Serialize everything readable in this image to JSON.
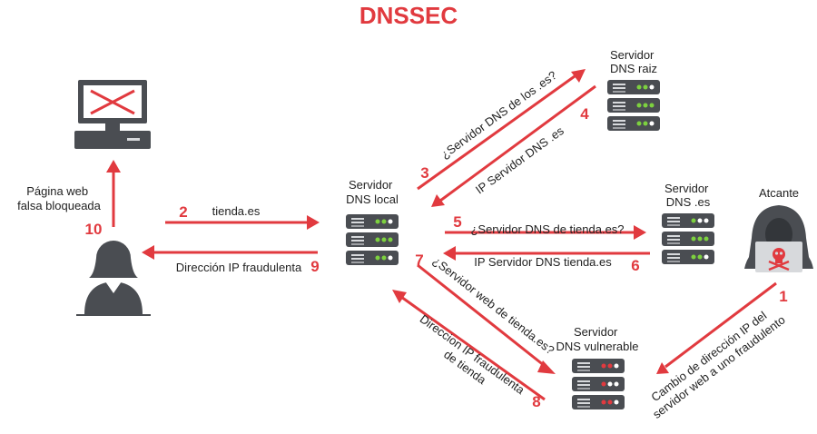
{
  "title": "DNSSEC",
  "nodes": {
    "root_server": [
      "Servidor",
      "DNS raiz"
    ],
    "es_server": [
      "Servidor",
      "DNS .es"
    ],
    "attacker": "Atcante",
    "local_server": [
      "Servidor",
      "DNS local"
    ],
    "vulnerable_server": [
      "Servidor",
      "DNS vulnerable"
    ],
    "computer_caption": [
      "Página web",
      "falsa bloqueada"
    ]
  },
  "steps": [
    {
      "number": "1",
      "label": [
        "Cambio de dirección IP del",
        "servidor web a uno fraudulento"
      ]
    },
    {
      "number": "2",
      "label": "tienda.es"
    },
    {
      "number": "3",
      "label": "¿Servidor DNS de los .es?"
    },
    {
      "number": "4",
      "label": "IP Servidor DNS .es"
    },
    {
      "number": "5",
      "label": "¿Servidor DNS de tienda.es?"
    },
    {
      "number": "6",
      "label": "IP Servidor DNS tienda.es"
    },
    {
      "number": "7",
      "label": "¿Servidor web de tienda.es?"
    },
    {
      "number": "8",
      "label": [
        "Direccion IP fraudulenta",
        "de tienda"
      ]
    },
    {
      "number": "9",
      "label": "Dirección IP fraudulenta"
    },
    {
      "number": "10",
      "label": ""
    }
  ],
  "colors": {
    "accent": "#e13a3f",
    "device": "#4a4d52",
    "led_ok": "#7dd13f",
    "led_bad": "#e13a3f"
  },
  "icons": [
    "computer-blocked-icon",
    "user-icon",
    "server-icon",
    "hacker-icon",
    "skull-icon"
  ]
}
